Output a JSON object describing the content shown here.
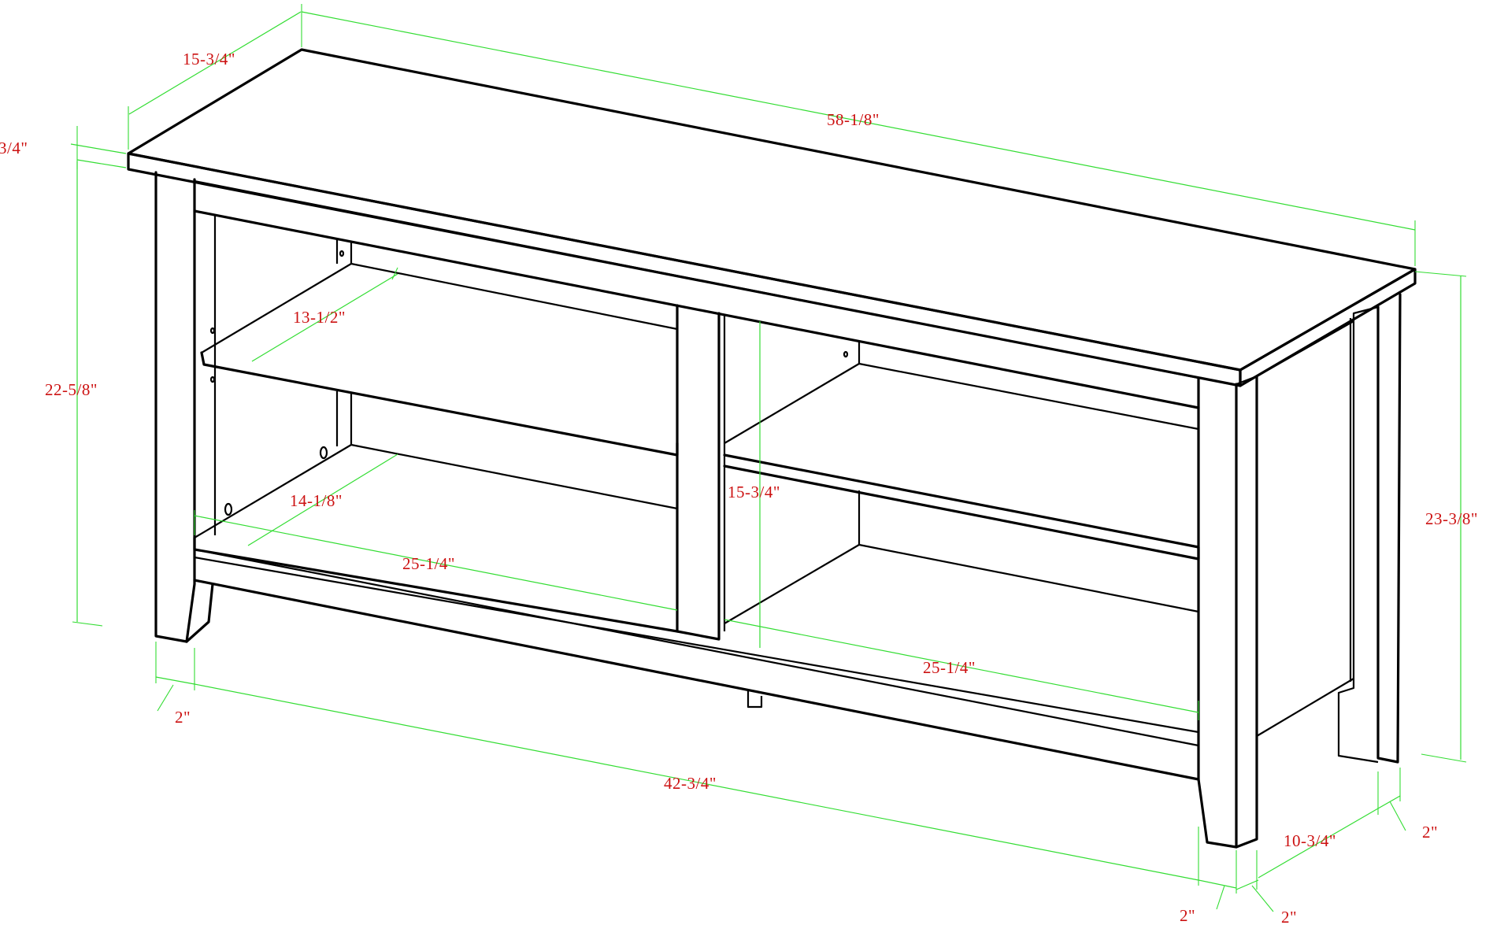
{
  "colors": {
    "outline": "#000000",
    "dimension_line": "#33dd33",
    "dimension_text": "#cc1111",
    "background": "#ffffff"
  },
  "dimensions": {
    "top_depth": "15-3/4\"",
    "top_width": "58-1/8\"",
    "top_thickness": "3/4\"",
    "shelf_depth_upper": "13-1/2\"",
    "left_height": "22-5/8\"",
    "shelf_depth_lower": "14-1/8\"",
    "opening_height": "15-3/4\"",
    "opening_width_left": "25-1/4\"",
    "opening_width_right": "25-1/4\"",
    "overall_height": "23-3/8\"",
    "leg_width_front_left": "2\"",
    "base_width": "42-3/4\"",
    "base_depth": "10-3/4\"",
    "leg_width_back_right": "2\"",
    "leg_width_front_right_a": "2\"",
    "leg_width_front_right_b": "2\""
  }
}
